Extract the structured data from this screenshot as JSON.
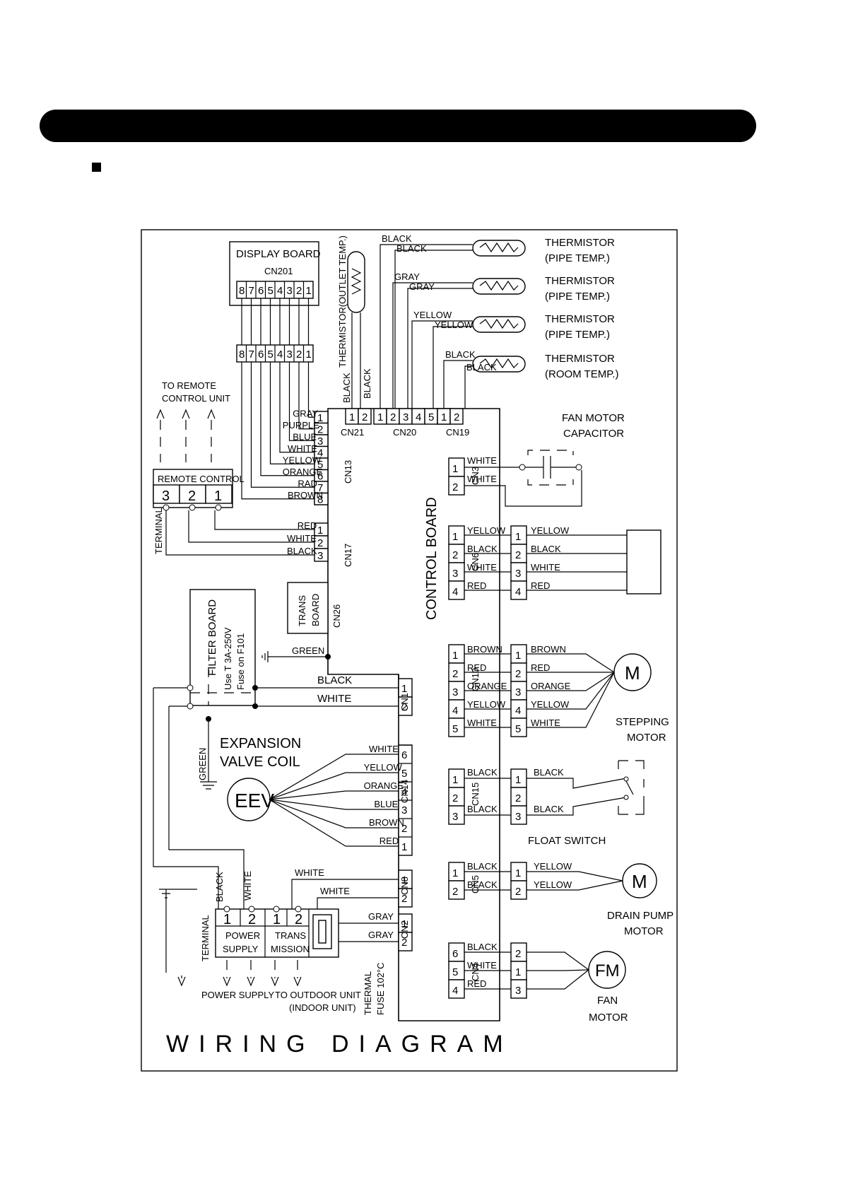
{
  "diagram": {
    "title": "WIRING DIAGRAM",
    "control_board_label": "CONTROL BOARD",
    "display_board": {
      "label": "DISPLAY BOARD",
      "connector": "CN201",
      "pins": [
        "8",
        "7",
        "6",
        "5",
        "4",
        "3",
        "2",
        "1"
      ]
    },
    "connector_names": {
      "cn1": "CN1",
      "cn2": "CN2",
      "cn3": "CN3",
      "cn4": "CN4",
      "cn5": "CN5",
      "cn6": "CN6",
      "cn8": "CN8",
      "cn10": "CN10",
      "cn13": "CN13",
      "cn14": "CN14",
      "cn15": "CN15",
      "cn17": "CN17",
      "cn19": "CN19",
      "cn20": "CN20",
      "cn21": "CN21",
      "cn26": "CN26"
    },
    "thermistors": [
      {
        "wire": "BLACK",
        "label_1": "THERMISTOR",
        "label_2": "(PIPE TEMP.)"
      },
      {
        "wire": "GRAY",
        "label_1": "THERMISTOR",
        "label_2": "(PIPE TEMP.)"
      },
      {
        "wire": "YELLOW",
        "label_1": "THERMISTOR",
        "label_2": "(PIPE TEMP.)"
      },
      {
        "wire": "BLACK",
        "label_1": "THERMISTOR",
        "label_2": "(ROOM TEMP.)"
      }
    ],
    "outlet_thermistor_label": "THERMISTOR(OUTLET TEMP.)",
    "cn21_wires": [
      "BLACK",
      "BLACK"
    ],
    "cn13_wires": [
      "GRAY",
      "PURPLE",
      "BLUE",
      "WHITE",
      "YELLOW",
      "ORANGE",
      "RAD",
      "BROWN"
    ],
    "cn17_wires": [
      "RED",
      "WHITE",
      "BLACK"
    ],
    "remote": {
      "to_label_1": "TO REMOTE",
      "to_label_2": "CONTROL UNIT",
      "label": "REMOTE CONTROL",
      "pins": [
        "3",
        "2",
        "1"
      ],
      "terminal": "TERMINAL"
    },
    "trans_board": {
      "line1": "TRANS",
      "line2": "BOARD",
      "ground_wire": "GREEN"
    },
    "filter_board": {
      "label": "FILTER BOARD",
      "note_1": "Use T 3A-250V",
      "note_2": "Fuse on F101",
      "ground_wire": "GREEN"
    },
    "cn1_wires": [
      "BLACK",
      "WHITE"
    ],
    "eev": {
      "label_1": "EXPANSION",
      "label_2": "VALVE COIL",
      "symbol": "EEV",
      "wires": [
        "WHITE",
        "YELLOW",
        "ORANGE",
        "BLUE",
        "BROWN",
        "RED"
      ]
    },
    "cn8_wires": [
      "WHITE",
      "WHITE"
    ],
    "cn2_wires": [
      "GRAY",
      "GRAY"
    ],
    "power_terminal": {
      "terminal": "TERMINAL",
      "pins": [
        "1",
        "2",
        "1",
        "2"
      ],
      "power_label_1": "POWER",
      "power_label_2": "SUPPLY",
      "trans_label_1": "TRANS",
      "trans_label_2": "MISSION",
      "wire_black": "BLACK",
      "wire_white": "WHITE",
      "thermal_fuse_1": "THERMAL",
      "thermal_fuse_2": "FUSE 102°C",
      "bottom_power": "POWER SUPPLY",
      "bottom_outdoor_1": "TO OUTDOOR UNIT",
      "bottom_outdoor_2": "(INDOOR UNIT)"
    },
    "fan_capacitor": {
      "label_1": "FAN MOTOR",
      "label_2": "CAPACITOR",
      "wires": [
        "WHITE",
        "WHITE"
      ]
    },
    "cn6": {
      "left_wires": [
        "YELLOW",
        "BLACK",
        "WHITE",
        "RED"
      ],
      "right_pins": [
        "1",
        "2",
        "3",
        "4"
      ],
      "right_wires": [
        "YELLOW",
        "BLACK",
        "WHITE",
        "RED"
      ]
    },
    "cn10": {
      "left_wires": [
        "BROWN",
        "RED",
        "ORANGE",
        "YELLOW",
        "WHITE"
      ],
      "right_pins": [
        "1",
        "2",
        "3",
        "4",
        "5"
      ],
      "right_wires": [
        "BROWN",
        "RED",
        "ORANGE",
        "YELLOW",
        "WHITE"
      ],
      "motor_symbol": "M",
      "label_1": "STEPPING",
      "label_2": "MOTOR"
    },
    "cn15": {
      "left_wires": [
        "BLACK",
        "BLACK"
      ],
      "right_pins": [
        "1",
        "2",
        "3"
      ],
      "right_wires": [
        "BLACK",
        "BLACK"
      ],
      "label": "FLOAT SWITCH"
    },
    "cn5": {
      "left_wires": [
        "BLACK",
        "BLACK"
      ],
      "right_pins": [
        "1",
        "2"
      ],
      "right_wires": [
        "YELLOW",
        "YELLOW"
      ],
      "motor_symbol": "M",
      "label_1": "DRAIN PUMP",
      "label_2": "MOTOR"
    },
    "cn4": {
      "pins": [
        "6",
        "5",
        "4"
      ],
      "left_wires": [
        "BLACK",
        "WHITE",
        "RED"
      ],
      "right_pins": [
        "2",
        "1",
        "3"
      ],
      "motor_symbol": "FM",
      "label_1": "FAN",
      "label_2": "MOTOR"
    }
  }
}
